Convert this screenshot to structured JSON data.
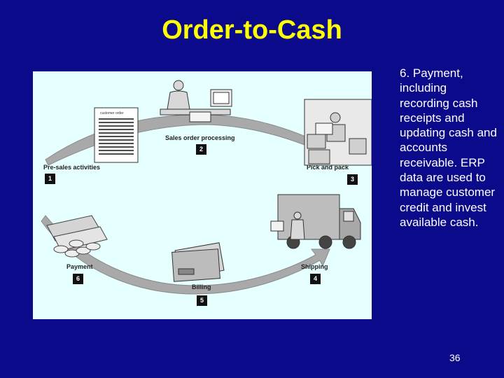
{
  "slide": {
    "title": "Order-to-Cash",
    "body_text": "6. Payment, including recording cash receipts and updating cash and accounts receivable. ERP data are used to manage customer credit and invest available cash.",
    "page_number": "36"
  },
  "diagram": {
    "document_header": "customer order",
    "steps": [
      {
        "label": "Pre-sales activities",
        "number": "1"
      },
      {
        "label": "Sales order processing",
        "number": "2"
      },
      {
        "label": "Pick and pack",
        "number": "3"
      },
      {
        "label": "Shipping",
        "number": "4"
      },
      {
        "label": "Billing",
        "number": "5"
      },
      {
        "label": "Payment",
        "number": "6"
      }
    ]
  },
  "colors": {
    "background": "#0a0a8a",
    "title": "#ffff00",
    "panel": "#e6ffff",
    "cycle_band": "#a9a9a9"
  }
}
